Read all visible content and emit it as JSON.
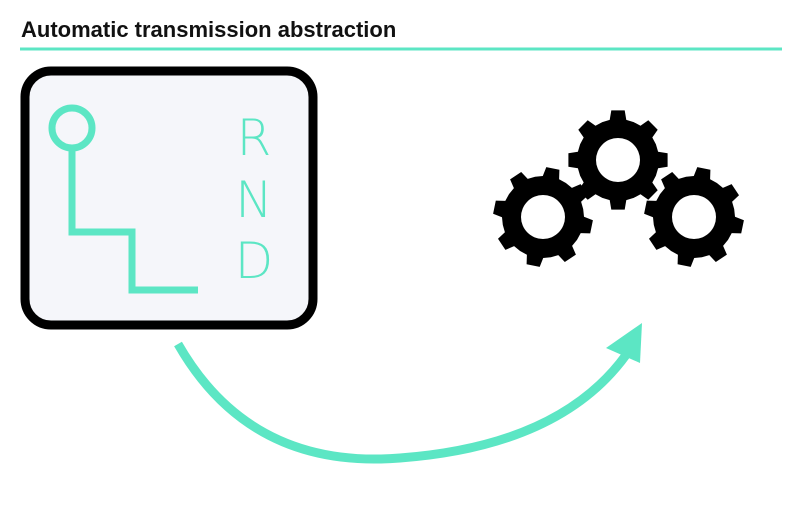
{
  "title": "Automatic transmission abstraction",
  "shifter": {
    "positions": [
      "R",
      "N",
      "D"
    ]
  },
  "colors": {
    "accent": "#5ce6c4",
    "panel_fill": "#f5f6fa",
    "outline": "#000000",
    "gears": "#000000",
    "background": "#ffffff"
  },
  "icons": {
    "shifter": "gear-shifter-icon",
    "gears": "gears-icon",
    "arrow": "curved-arrow-icon"
  }
}
